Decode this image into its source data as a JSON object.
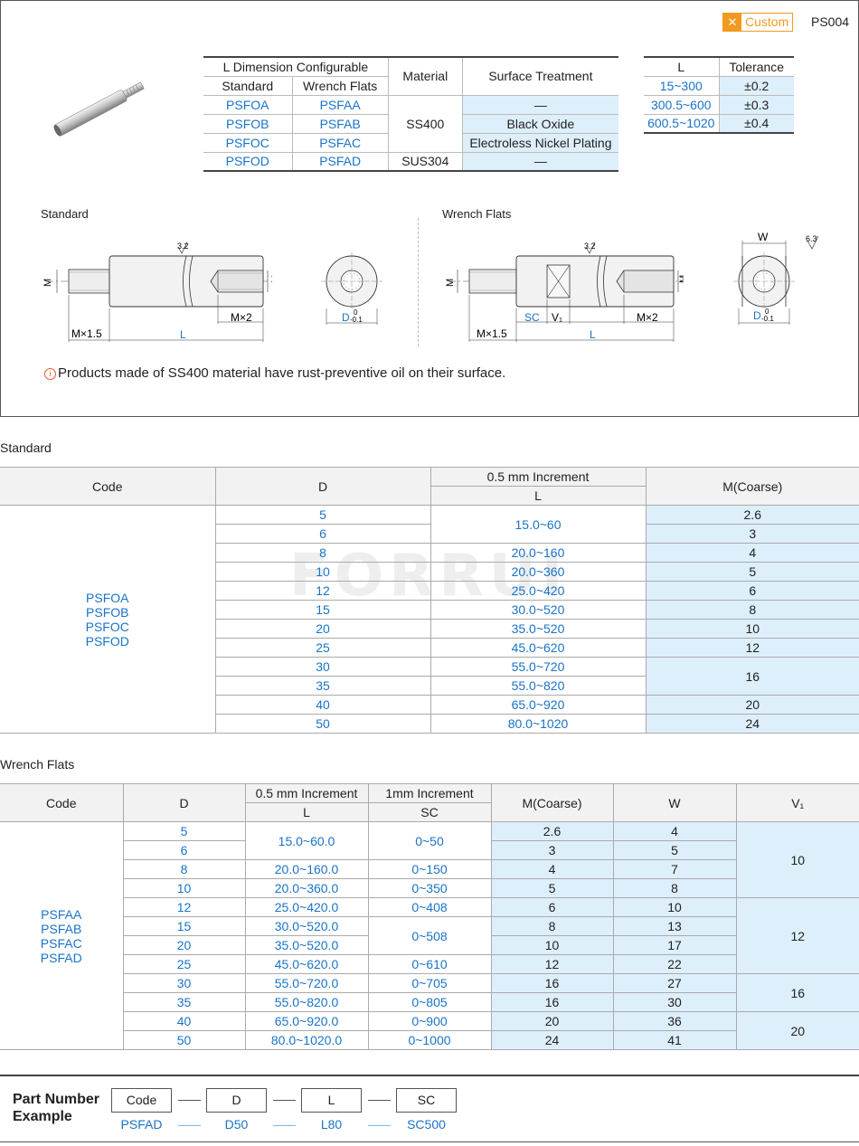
{
  "header": {
    "badge_icon": "✕",
    "badge_label": "Custom",
    "product_code": "PS004"
  },
  "spec_table": {
    "group_header": "L Dimension Configurable",
    "col_standard": "Standard",
    "col_wrench": "Wrench Flats",
    "col_material": "Material",
    "col_surface": "Surface Treatment",
    "rows": [
      {
        "standard": "PSFOA",
        "wrench": "PSFAA",
        "surface": "—"
      },
      {
        "standard": "PSFOB",
        "wrench": "PSFAB",
        "surface": "Black Oxide"
      },
      {
        "standard": "PSFOC",
        "wrench": "PSFAC",
        "surface": "Electroless Nickel Plating"
      },
      {
        "standard": "PSFOD",
        "wrench": "PSFAD",
        "surface": "—"
      }
    ],
    "material_1": "SS400",
    "material_2": "SUS304"
  },
  "tolerance_table": {
    "col_l": "L",
    "col_tol": "Tolerance",
    "rows": [
      {
        "l": "15~300",
        "tol": "±0.2"
      },
      {
        "l": "300.5~600",
        "tol": "±0.3"
      },
      {
        "l": "600.5~1020",
        "tol": "±0.4"
      }
    ]
  },
  "drawings": {
    "standard_label": "Standard",
    "wrench_label": "Wrench Flats",
    "roughness_1": "3.2",
    "roughness_2": "6.3",
    "dim_m": "M",
    "dim_m15": "M×1.5",
    "dim_m2": "M×2",
    "dim_l": "L",
    "dim_d": "D",
    "dim_d_tol_upper": "0",
    "dim_d_tol_lower": "-0.1",
    "dim_sc": "SC",
    "dim_v1": "V₁",
    "dim_w": "W"
  },
  "note": {
    "icon": "i",
    "text": "Products made of SS400 material have rust-preventive oil on their surface."
  },
  "standard_section": {
    "title": "Standard",
    "col_code": "Code",
    "col_d": "D",
    "col_increment": "0.5 mm Increment",
    "col_l": "L",
    "col_m": "M(Coarse)",
    "codes": [
      "PSFOA",
      "PSFOB",
      "PSFOC",
      "PSFOD"
    ],
    "d": [
      "5",
      "6",
      "8",
      "10",
      "12",
      "15",
      "20",
      "25",
      "30",
      "35",
      "40",
      "50"
    ],
    "l": [
      "15.0~60",
      "20.0~160",
      "20.0~360",
      "25.0~420",
      "30.0~520",
      "35.0~520",
      "45.0~620",
      "55.0~720",
      "55.0~820",
      "65.0~920",
      "80.0~1020"
    ],
    "m": [
      "2.6",
      "3",
      "4",
      "5",
      "6",
      "8",
      "10",
      "12",
      "16",
      "20",
      "24"
    ]
  },
  "watermark": "FORRUI",
  "wrench_section": {
    "title": "Wrench Flats",
    "col_code": "Code",
    "col_d": "D",
    "col_l_increment": "0.5 mm Increment",
    "col_l": "L",
    "col_sc_increment": "1mm Increment",
    "col_sc": "SC",
    "col_m": "M(Coarse)",
    "col_w": "W",
    "col_v1": "V₁",
    "codes": [
      "PSFAA",
      "PSFAB",
      "PSFAC",
      "PSFAD"
    ],
    "d": [
      "5",
      "6",
      "8",
      "10",
      "12",
      "15",
      "20",
      "25",
      "30",
      "35",
      "40",
      "50"
    ],
    "l": [
      "15.0~60.0",
      "20.0~160.0",
      "20.0~360.0",
      "25.0~420.0",
      "30.0~520.0",
      "35.0~520.0",
      "45.0~620.0",
      "55.0~720.0",
      "55.0~820.0",
      "65.0~920.0",
      "80.0~1020.0"
    ],
    "sc": [
      "0~50",
      "0~150",
      "0~350",
      "0~408",
      "0~508",
      "0~610",
      "0~705",
      "0~805",
      "0~900",
      "0~1000"
    ],
    "m": [
      "2.6",
      "3",
      "4",
      "5",
      "6",
      "8",
      "10",
      "12",
      "16",
      "16",
      "20",
      "24"
    ],
    "w": [
      "4",
      "5",
      "7",
      "8",
      "10",
      "13",
      "17",
      "22",
      "27",
      "30",
      "36",
      "41"
    ],
    "v1": [
      "10",
      "12",
      "16",
      "20"
    ]
  },
  "part_number": {
    "title_line1": "Part Number",
    "title_line2": "Example",
    "boxes": [
      "Code",
      "D",
      "L",
      "SC"
    ],
    "values": [
      "PSFAD",
      "D50",
      "L80",
      "SC500"
    ]
  }
}
